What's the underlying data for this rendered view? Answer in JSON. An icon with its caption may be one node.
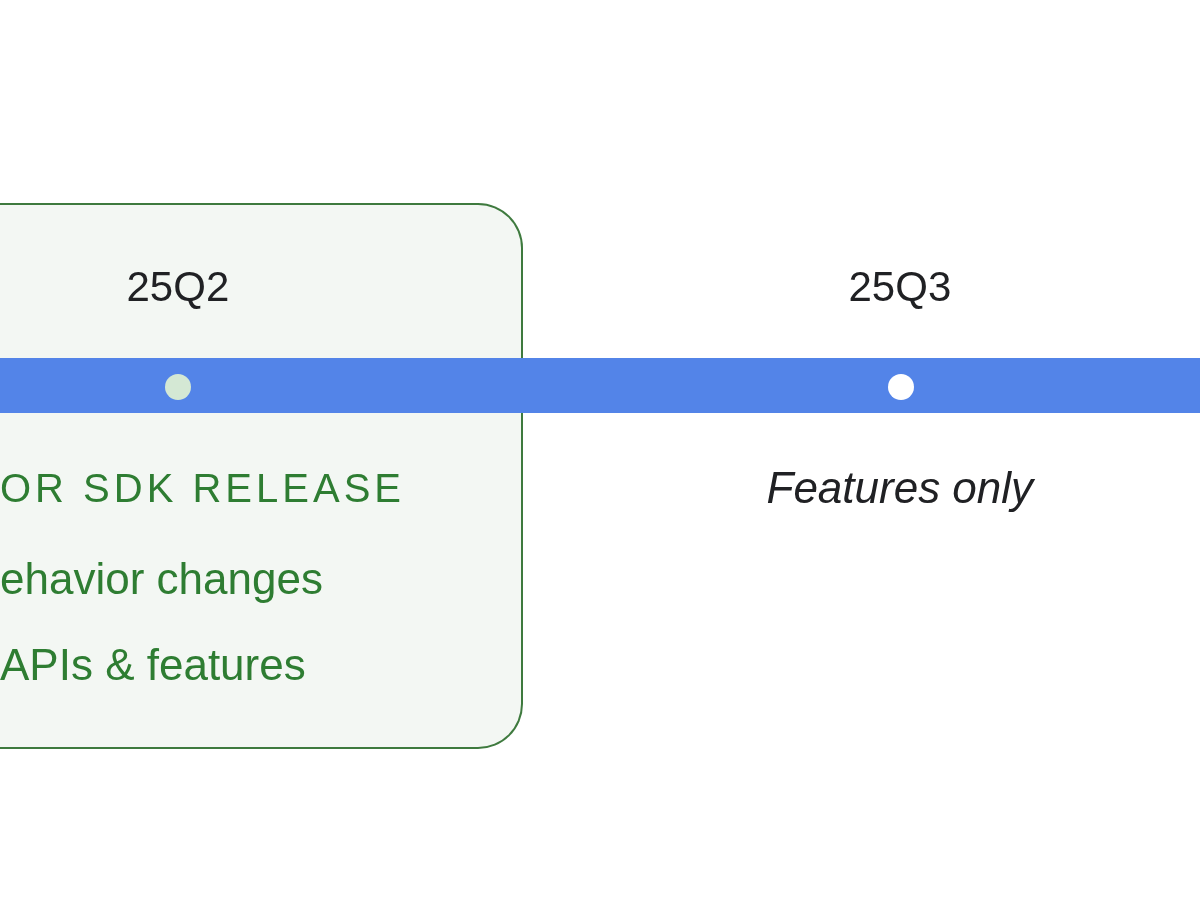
{
  "diagram": {
    "nodes": [
      {
        "text": [
          "25Q2",
          "OR SDK RELEASE",
          "ehavior changes",
          "APIs & features"
        ]
      }
    ],
    "labels": [
      "25Q3",
      "Features only"
    ]
  }
}
